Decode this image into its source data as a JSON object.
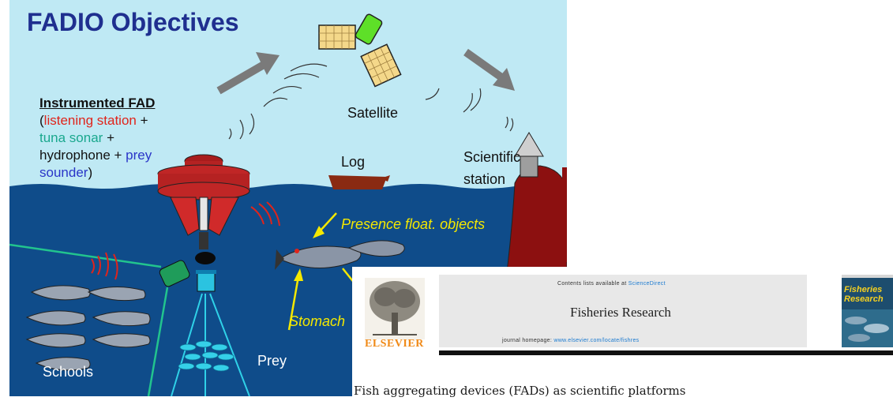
{
  "slide": {
    "title": "FADIO Objectives",
    "instrumented_fad": {
      "heading": "Instrumented FAD",
      "paren_open": "(",
      "listening_station": "listening station",
      "plus1": " +",
      "tuna_sonar": "tuna sonar",
      "plus2": " +",
      "hydrophone": "hydrophone + ",
      "prey": "prey",
      "sounder": "sounder",
      "paren_close": ")"
    },
    "satellite": "Satellite",
    "log": "Log",
    "scientific": "Scientific",
    "station": "station",
    "presence": "Presence float. objects",
    "stomach": "Stomach",
    "prey_label": "Prey",
    "schools": "Schools"
  },
  "article": {
    "contents_line": "Contents lists available at",
    "sciencedirect": "ScienceDirect",
    "journal_name": "Fisheries Research",
    "homepage_label": "journal homepage:",
    "homepage_url": "www.elsevier.com/locate/fishres",
    "publisher": "ELSEVIER",
    "cover_line1": "Fisheries",
    "cover_line2": "Research",
    "article_title": "Fish aggregating devices (FADs) as scientific platforms"
  },
  "colors": {
    "sky": "#bfe9f4",
    "sea": "#0f4c8a",
    "title": "#1f2f8f",
    "red": "#e0241b",
    "teal": "#1aa88e",
    "blue": "#2a35c8",
    "yellow": "#f4e800",
    "elsevier_orange": "#f08a18"
  }
}
